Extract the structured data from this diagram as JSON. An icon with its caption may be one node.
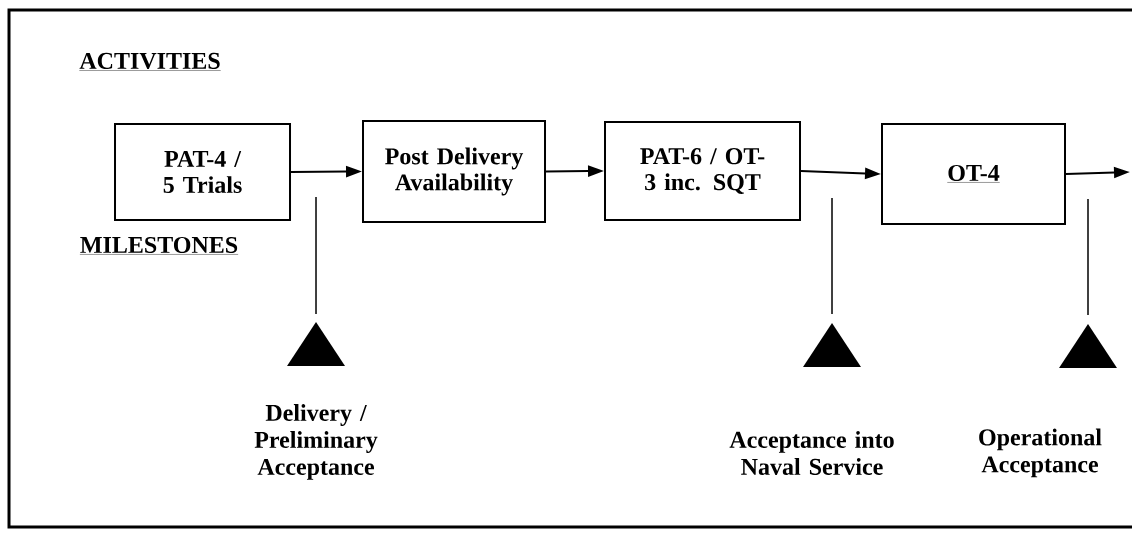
{
  "diagram": {
    "nodes": [
      {
        "text": [
          "PAT-4 / 5 Trials"
        ]
      },
      {
        "text": [
          "Post Delivery Availability"
        ]
      },
      {
        "text": [
          "PAT-6 / OT-3 inc. SQT"
        ]
      },
      {
        "text": [
          "OT-4"
        ]
      }
    ],
    "edges": [
      {
        "from": 0,
        "to": 1,
        "arrow": "to"
      },
      {
        "from": 1,
        "to": 2,
        "arrow": "to"
      },
      {
        "from": 2,
        "to": 3,
        "arrow": "to"
      },
      {
        "from": 3,
        "to": null,
        "arrow": "to"
      }
    ],
    "labels": [
      "ACTIVITIES",
      "MILESTONES",
      "Delivery / Preliminary Acceptance",
      "Acceptance into Naval Service",
      "Operational Acceptance"
    ]
  }
}
